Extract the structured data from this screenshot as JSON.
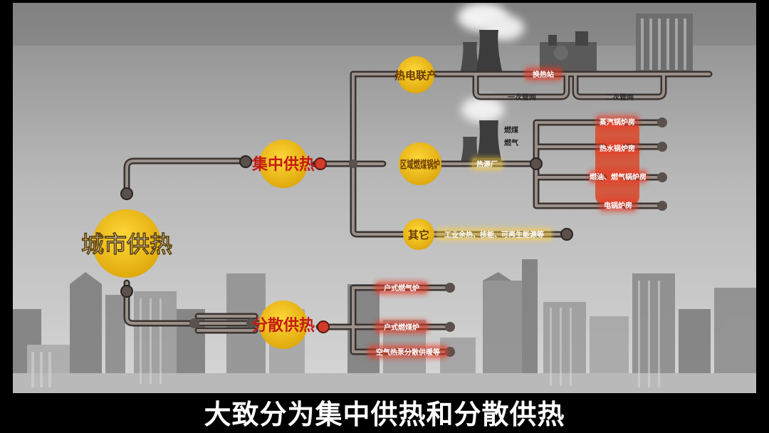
{
  "root": "城市供热",
  "central": {
    "label": "集中供热",
    "branches": {
      "cogeneration": "热电联产",
      "district_boiler": "区域燃煤锅炉",
      "other": "其它"
    },
    "heat_exchange_station": "换热站",
    "primary_network": "一次管网",
    "secondary_network": "二次管网",
    "fuels": [
      "燃煤",
      "燃气"
    ],
    "plant": "热源厂",
    "boiler_rooms": [
      "蒸汽锅炉房",
      "热水锅炉房",
      "燃油、燃气锅炉房",
      "电锅炉房"
    ],
    "other_sources": "工业余热、核能、可再生能源等"
  },
  "distributed": {
    "label": "分散供热",
    "items": [
      "户式燃气炉",
      "户式燃煤炉",
      "空气热泵分散供暖等"
    ]
  },
  "subtitle": "大致分为集中供热和分散供热",
  "colors": {
    "gold": "#f2c21a",
    "red_glow": "#ff3b2a",
    "pipe": "#8a7f76"
  }
}
